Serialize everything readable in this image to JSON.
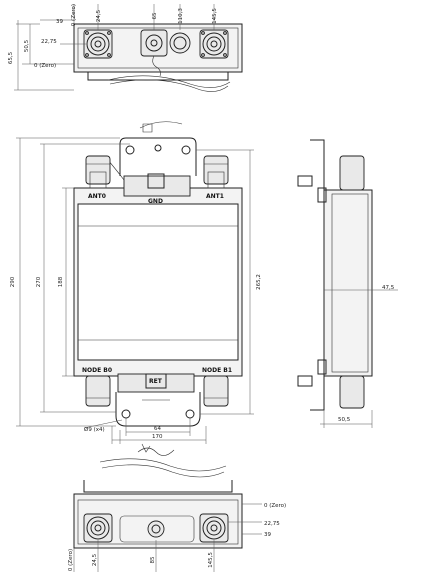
{
  "top_view": {
    "dims": {
      "d39": "39",
      "d24_5": "24,5",
      "d65": "65",
      "d110_3": "110,3",
      "d145_5": "145,5",
      "d22_75": "22,75",
      "d50_5": "50,5",
      "d65_5": "65,5",
      "zero_top": "0 (Zero)",
      "zero_left": "0 (Zero)"
    }
  },
  "front_view": {
    "labels": {
      "ant0": "ANT0",
      "ant1": "ANT1",
      "gnd": "GND",
      "node_b0": "NODE B0",
      "node_b1": "NODE B1",
      "ret": "RET"
    },
    "dims": {
      "d290": "290",
      "d270": "270",
      "d188": "188",
      "d265_2": "265,2",
      "hole": "Ø9 (x4)",
      "d64": "64",
      "d170": "170"
    }
  },
  "side_view": {
    "dims": {
      "d47_5": "47,5",
      "d50_5": "50,5"
    }
  },
  "bottom_view": {
    "dims": {
      "zero_right": "0 (Zero)",
      "d22_75": "22,75",
      "d39": "39",
      "zero_bottom": "0 (Zero)",
      "d24_5": "24,5",
      "d85": "85",
      "d145_5": "145,5"
    }
  }
}
